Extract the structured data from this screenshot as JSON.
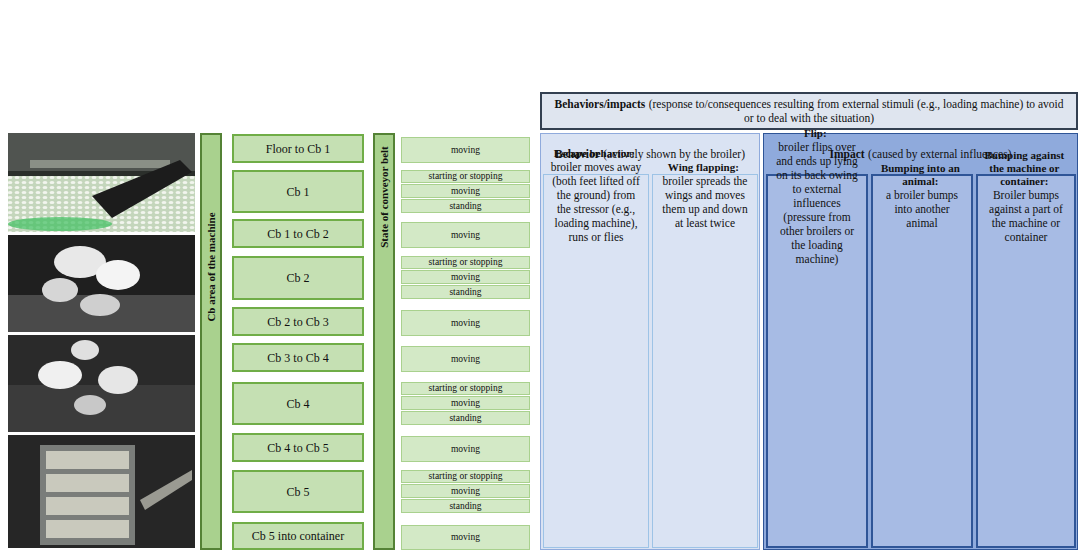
{
  "diagram": {
    "nodes": [
      {
        "text": [
          "Cb area of the machine"
        ]
      },
      {
        "text": [
          "Floor to Cb 1"
        ]
      },
      {
        "text": [
          "Cb 1"
        ]
      },
      {
        "text": [
          "Cb 1 to Cb 2"
        ]
      },
      {
        "text": [
          "Cb 2"
        ]
      },
      {
        "text": [
          "Cb 2 to Cb 3"
        ]
      },
      {
        "text": [
          "Cb 3 to Cb 4"
        ]
      },
      {
        "text": [
          "Cb 4"
        ]
      },
      {
        "text": [
          "Cb 4 to Cb 5"
        ]
      },
      {
        "text": [
          "Cb 5"
        ]
      },
      {
        "text": [
          "Cb 5 into container"
        ]
      },
      {
        "text": [
          "State of conveyor belt"
        ]
      },
      {
        "text": [
          "moving"
        ]
      },
      {
        "text": [
          "starting or stopping"
        ]
      },
      {
        "text": [
          "moving"
        ]
      },
      {
        "text": [
          "standing"
        ]
      },
      {
        "text": [
          "moving"
        ]
      },
      {
        "text": [
          "starting or stopping"
        ]
      },
      {
        "text": [
          "moving"
        ]
      },
      {
        "text": [
          "standing"
        ]
      },
      {
        "text": [
          "moving"
        ]
      },
      {
        "text": [
          "moving"
        ]
      },
      {
        "text": [
          "starting or stopping"
        ]
      },
      {
        "text": [
          "moving"
        ]
      },
      {
        "text": [
          "standing"
        ]
      },
      {
        "text": [
          "moving"
        ]
      },
      {
        "text": [
          "starting or stopping"
        ]
      },
      {
        "text": [
          "moving"
        ]
      },
      {
        "text": [
          "standing"
        ]
      },
      {
        "text": [
          "moving"
        ]
      },
      {
        "text": [
          "Behaviors/impacts",
          "(response to/consequences resulting from external stimuli (e.g., loading machine) to avoid or to deal with the situation)"
        ]
      },
      {
        "text": [
          "Behavior",
          "(actively shown by the broiler)"
        ]
      },
      {
        "text": [
          "Escape behavior:",
          "broiler moves away (both feet lifted off the ground) from the stressor (e.g., loading machine), runs or flies"
        ],
        "in": 31
      },
      {
        "text": [
          "Wing flapping:",
          "broiler spreads the wings and moves them up and down at least twice"
        ],
        "in": 31
      },
      {
        "text": [
          "Impact",
          "(caused by external influences)"
        ]
      },
      {
        "text": [
          "Flip:",
          "broiler flips over and ends up lying on its back owing to external influences (pressure from other broilers or the loading machine)"
        ],
        "in": 34
      },
      {
        "text": [
          "Bumping into an animal:",
          "a broiler bumps into another animal"
        ],
        "in": 34
      },
      {
        "text": [
          "Bumping against the machine or container:",
          "Broiler bumps against a part of the machine or container"
        ],
        "in": 34
      }
    ]
  }
}
